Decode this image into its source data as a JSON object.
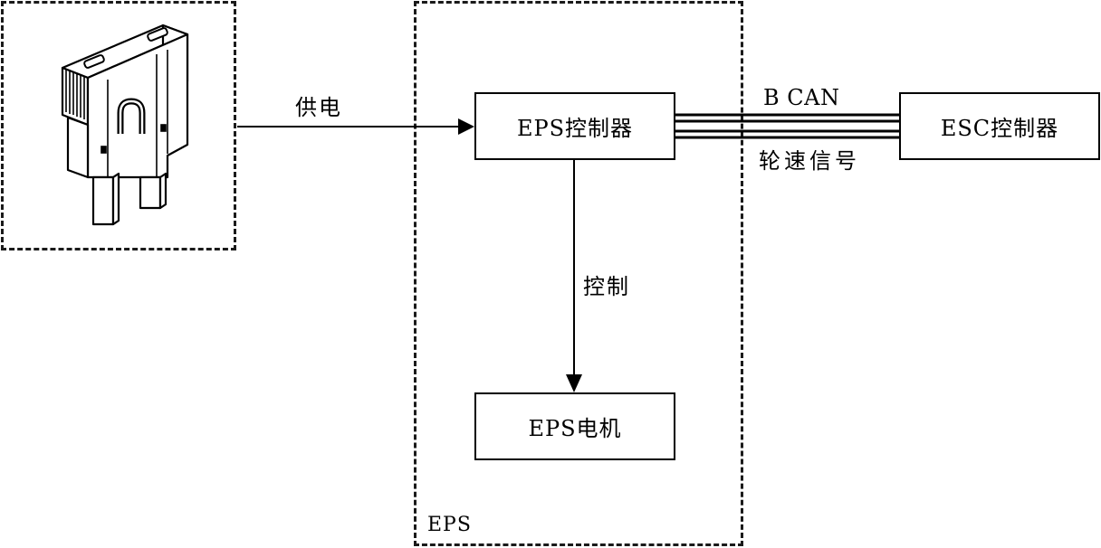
{
  "diagram": {
    "eps_group_label": "EPS",
    "boxes": {
      "eps_controller": "EPS控制器",
      "esc_controller": "ESC控制器",
      "eps_motor": "EPS电机"
    },
    "connections": {
      "power_supply": "供电",
      "control": "控制",
      "bcan": "B CAN",
      "wheel_speed": "轮速信号"
    },
    "icons": {
      "power_source": "blade-fuse-icon"
    }
  }
}
